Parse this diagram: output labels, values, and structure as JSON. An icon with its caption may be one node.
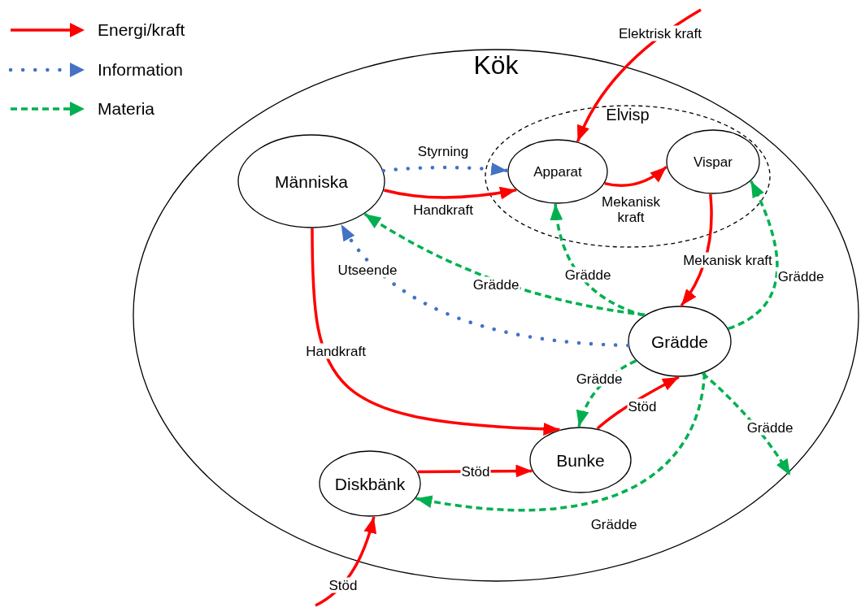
{
  "diagram": {
    "nodes": [
      {
        "text": [
          "Kök"
        ]
      },
      {
        "text": [
          "Elvisp"
        ],
        "in": 0
      },
      {
        "text": [
          "Människa"
        ],
        "in": 0
      },
      {
        "text": [
          "Apparat"
        ],
        "in": 1
      },
      {
        "text": [
          "Vispar"
        ],
        "in": 1
      },
      {
        "text": [
          "Grädde"
        ],
        "in": 0
      },
      {
        "text": [
          "Bunke"
        ],
        "in": 0
      },
      {
        "text": [
          "Diskbänk"
        ],
        "in": 0
      }
    ],
    "edges": [
      {
        "from": null,
        "to": 3,
        "arrow": "to",
        "label": "Elektrisk kraft"
      },
      {
        "from": 2,
        "to": 3,
        "arrow": "to",
        "label": "Styrning",
        "style": "dashed",
        "color": "#4472c4"
      },
      {
        "from": 2,
        "to": 3,
        "arrow": "to",
        "label": "Handkraft"
      },
      {
        "from": 3,
        "to": 4,
        "arrow": "to",
        "label": "Mekanisk kraft"
      },
      {
        "from": 4,
        "to": 5,
        "arrow": "to",
        "label": "Mekanisk kraft"
      },
      {
        "from": 5,
        "to": 2,
        "arrow": "to",
        "label": "Grädde",
        "style": "dashed",
        "color": "#00b050"
      },
      {
        "from": 5,
        "to": 3,
        "arrow": "to",
        "label": "Grädde",
        "style": "dashed",
        "color": "#00b050"
      },
      {
        "from": 5,
        "to": 4,
        "arrow": "to",
        "label": "Grädde",
        "style": "dashed",
        "color": "#00b050"
      },
      {
        "from": 5,
        "to": 2,
        "arrow": "to",
        "label": "Utseende",
        "style": "dashed",
        "color": "#4472c4"
      },
      {
        "from": 2,
        "to": 6,
        "arrow": "to",
        "label": "Handkraft"
      },
      {
        "from": 5,
        "to": 6,
        "arrow": "to",
        "label": "Grädde",
        "style": "dashed",
        "color": "#00b050"
      },
      {
        "from": 6,
        "to": 5,
        "arrow": "to",
        "label": "Stöd"
      },
      {
        "from": 7,
        "to": 6,
        "arrow": "to",
        "label": "Stöd"
      },
      {
        "from": 5,
        "to": 7,
        "arrow": "to",
        "label": "Grädde",
        "style": "dashed",
        "color": "#00b050"
      },
      {
        "from": 5,
        "to": null,
        "arrow": "to",
        "label": "Grädde",
        "style": "dashed",
        "color": "#00b050"
      },
      {
        "from": null,
        "to": 7,
        "arrow": "to",
        "label": "Stöd"
      }
    ],
    "legend": [
      {
        "text": "Energi/kraft"
      },
      {
        "text": "Information"
      },
      {
        "text": "Materia"
      }
    ]
  }
}
